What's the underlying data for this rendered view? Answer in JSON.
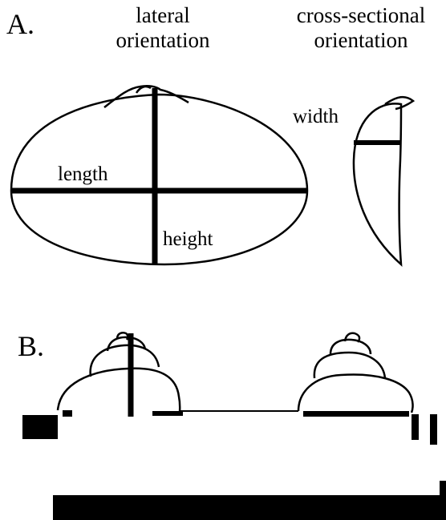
{
  "panel_a": {
    "label": "A.",
    "lateral_heading": [
      "lateral",
      "orientation"
    ],
    "cross_heading": [
      "cross-sectional",
      "orientation"
    ],
    "measurements": {
      "length": "length",
      "height": "height",
      "width": "width"
    }
  },
  "panel_b": {
    "label": "B."
  }
}
